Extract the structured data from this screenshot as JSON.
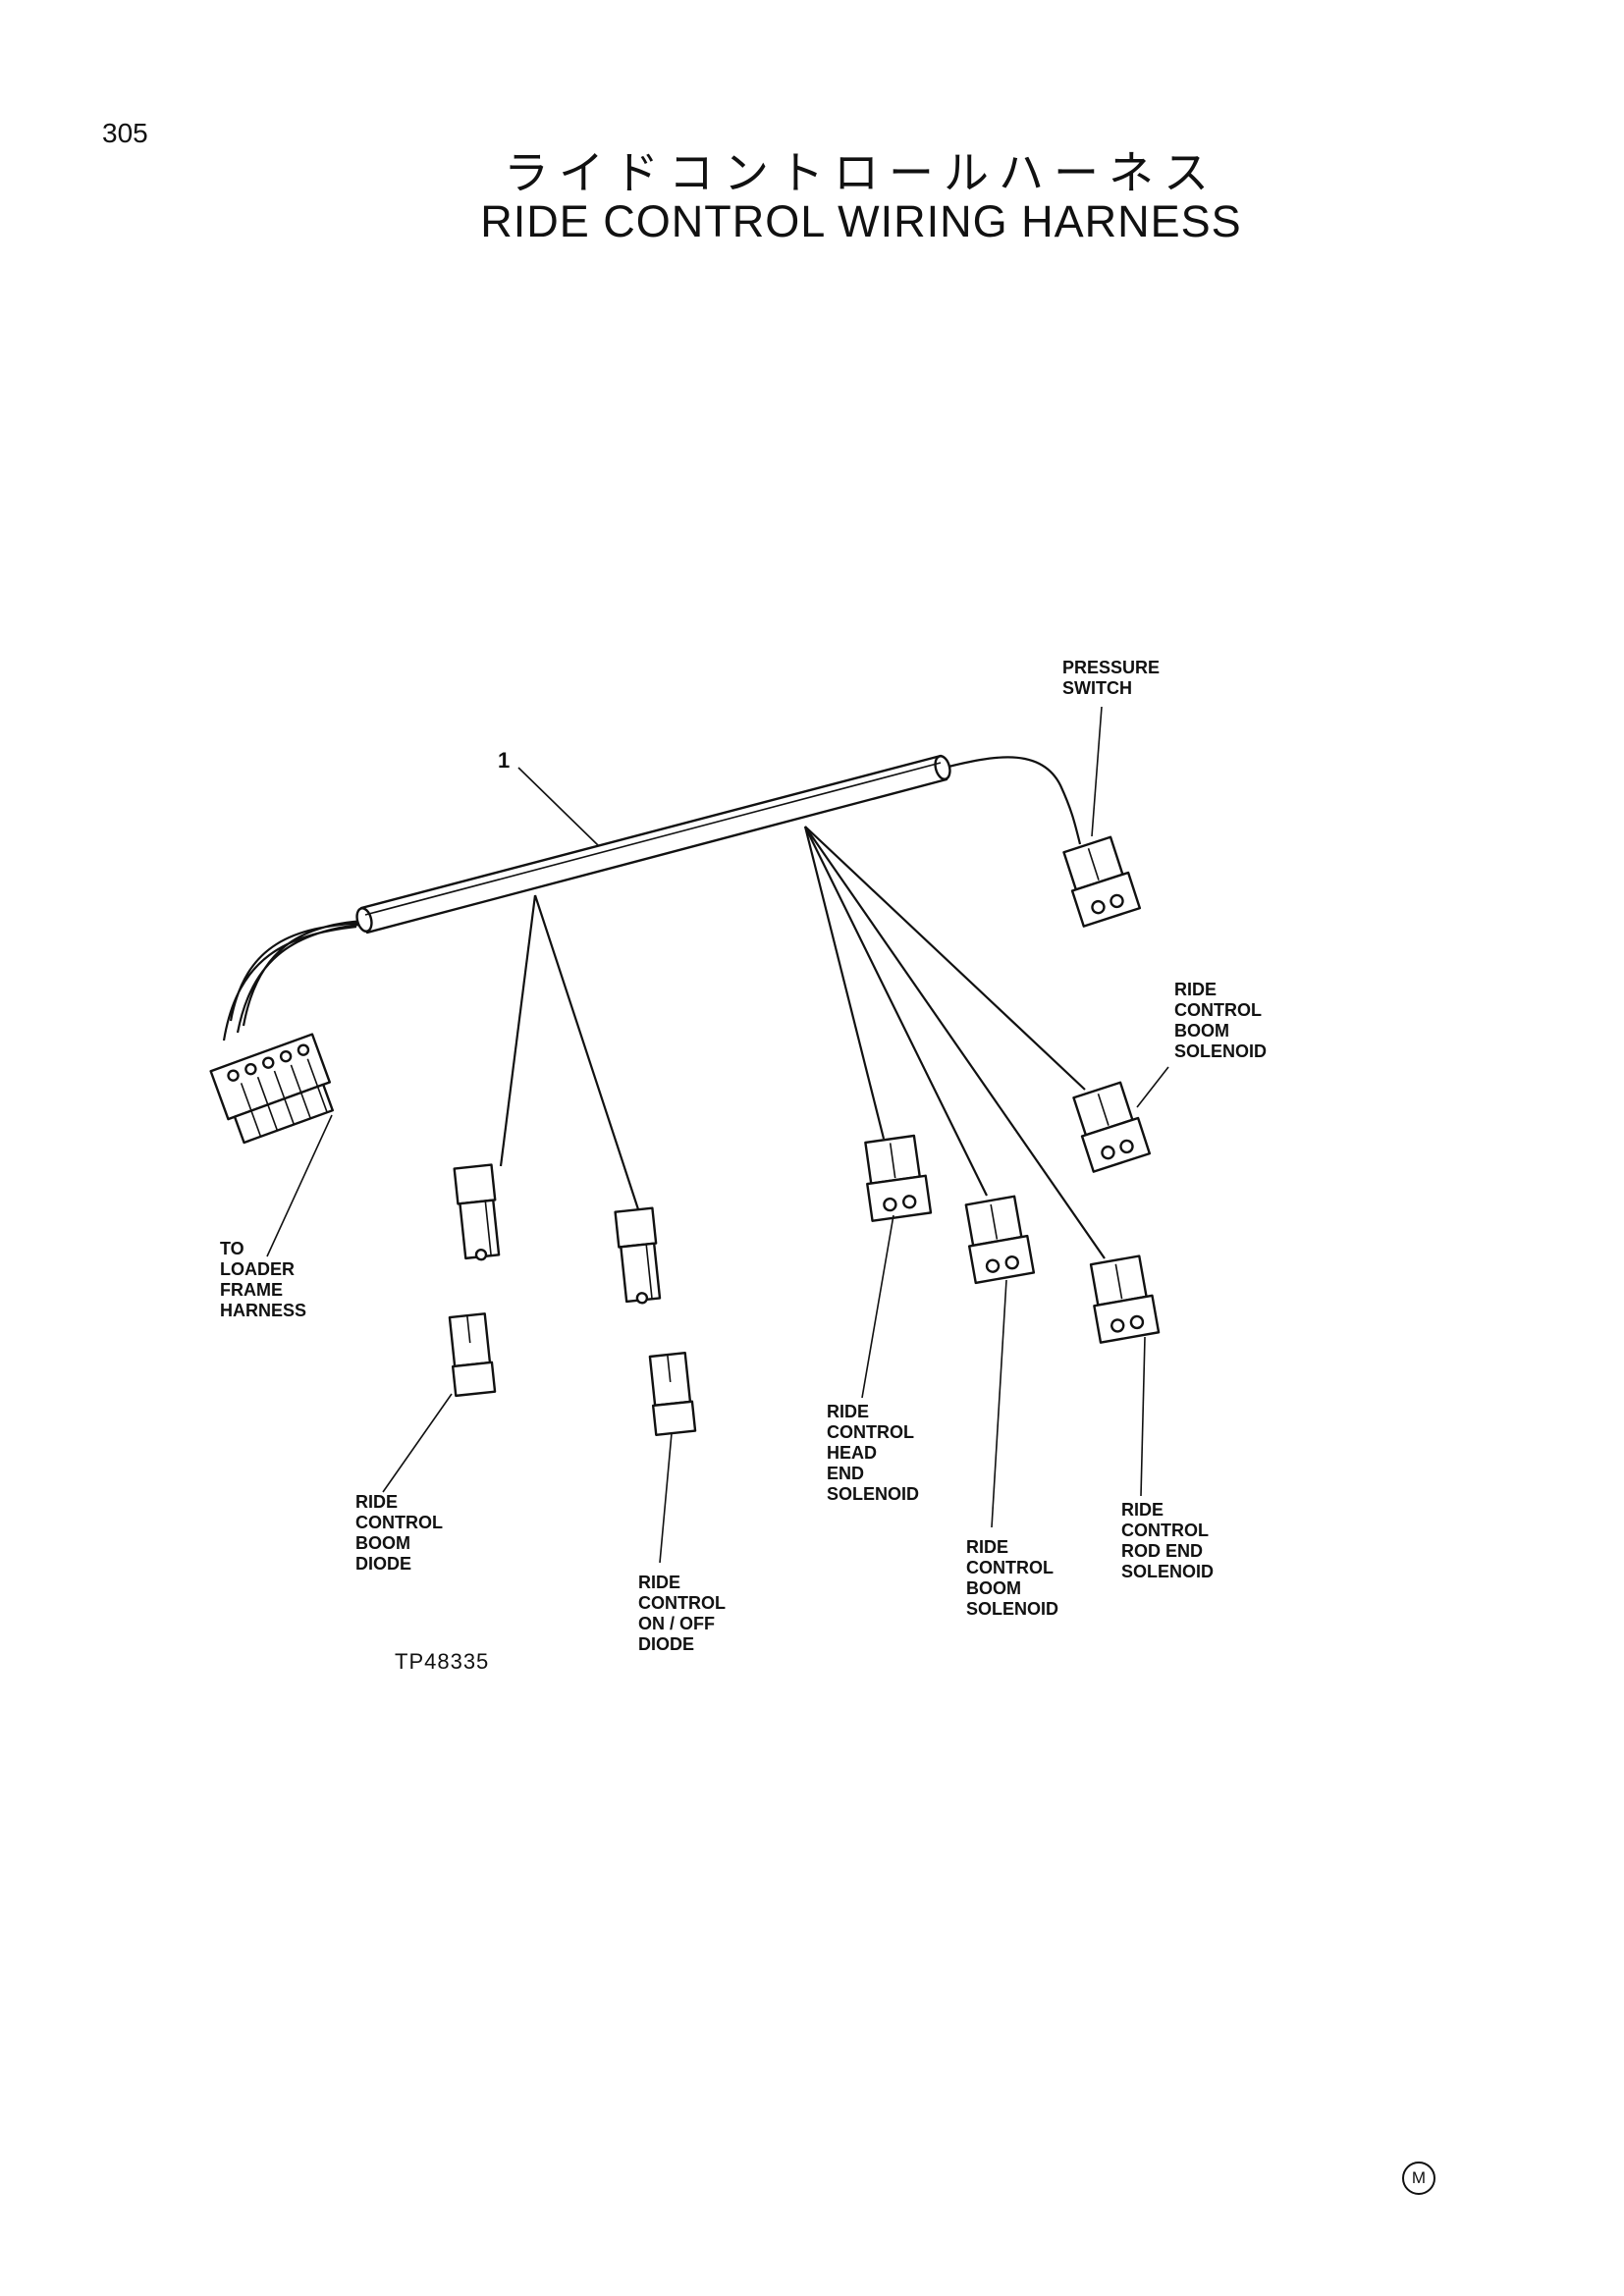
{
  "page": {
    "number": "305",
    "title_jp": "ライドコントロールハーネス",
    "title_en": "RIDE CONTROL WIRING HARNESS",
    "figure_code": "TP48335",
    "mark": "M"
  },
  "diagram": {
    "item_number": "1",
    "labels": {
      "pressure_switch": "PRESSURE\nSWITCH",
      "boom_solenoid_right": "RIDE\nCONTROL\nBOOM\nSOLENOID",
      "loader_frame": "TO\nLOADER\nFRAME\nHARNESS",
      "boom_diode": "RIDE\nCONTROL\nBOOM\nDIODE",
      "on_off_diode": "RIDE\nCONTROL\nON / OFF\nDIODE",
      "head_end_solenoid": "RIDE\nCONTROL\nHEAD\nEND\nSOLENOID",
      "boom_solenoid_bottom": "RIDE\nCONTROL\nBOOM\nSOLENOID",
      "rod_end_solenoid": "RIDE\nCONTROL\nROD END\nSOLENOID"
    }
  }
}
